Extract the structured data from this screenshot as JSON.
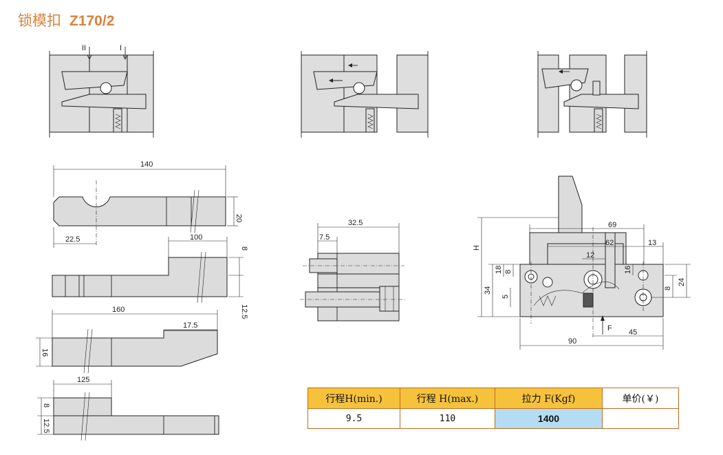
{
  "title": {
    "cn": "锁模扣",
    "model": "Z170/2"
  },
  "section_labels": {
    "ii": "II",
    "i": "I"
  },
  "dimensions": {
    "d140": "140",
    "d20": "20",
    "d22_5": "22.5",
    "d100": "100",
    "d8": "8",
    "d12_5": "12.5",
    "d160": "160",
    "d17_5": "17.5",
    "d16": "16",
    "d125": "125",
    "d8_12_5": "8",
    "d125b": "12.5",
    "d32_5": "32.5",
    "d7_5": "7.5",
    "H": "H",
    "d69": "69",
    "d62": "62",
    "d13": "13",
    "d12": "12",
    "d18": "18",
    "d8b": "8",
    "d34": "34",
    "d5": "5",
    "d16b": "16",
    "d8c": "8",
    "d24": "24",
    "F": "F",
    "d45": "45",
    "d90": "90"
  },
  "table": {
    "headers": [
      "行程H(min.)",
      "行程 H(max.)",
      "拉力 F(Kgf)",
      "单价(￥)"
    ],
    "row": [
      "9.5",
      "110",
      "1400",
      ""
    ]
  }
}
